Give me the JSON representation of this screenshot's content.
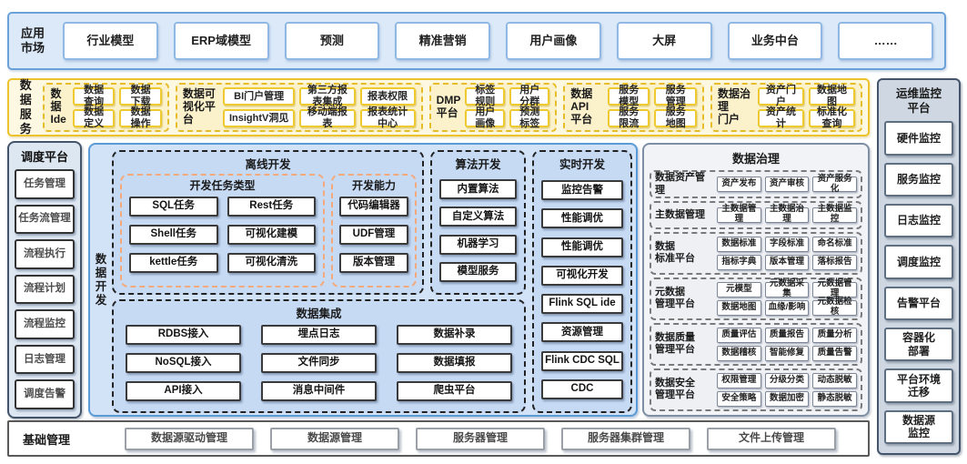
{
  "palette": {
    "blue_accent": "#5b9bd5",
    "blue_fill": "#dbe9f8",
    "blue_section_fill": "#c6daf4",
    "gold_accent": "#ecc32d",
    "gold_fill": "#fdf8e2",
    "gold_group_fill": "#fbf2cb",
    "navy_border": "#44546a",
    "orange_dashed": "#f4a97c",
    "gray_panel_fill": "#f1f3f6",
    "slate_fill": "#cfd8e2"
  },
  "app_market": {
    "label": "应用\n市场",
    "items": [
      "行业模型",
      "ERP域模型",
      "预测",
      "精准营销",
      "用户画像",
      "大屏",
      "业务中台",
      "……"
    ]
  },
  "data_services": {
    "label": "数据\n服务",
    "groups": [
      {
        "label": "数据\nIde",
        "items": [
          "数据查询",
          "数据下载",
          "数据定义",
          "数据操作"
        ]
      },
      {
        "label": "数据可\n视化平台",
        "items": [
          "BI门户管理",
          "第三方报表集成",
          "报表权限",
          "InsightV洞见",
          "移动端报表",
          "报表统计中心"
        ]
      },
      {
        "label": "DMP\n平台",
        "items": [
          "标签规则",
          "用户分群",
          "用户画像",
          "预测标签"
        ]
      },
      {
        "label": "数据API\n平台",
        "items": [
          "服务模型",
          "服务管理",
          "服务限流",
          "服务地图"
        ]
      },
      {
        "label": "数据治理\n门户",
        "items": [
          "资产门户",
          "数据地图",
          "资产统计",
          "标准化查询"
        ]
      }
    ]
  },
  "scheduler": {
    "label": "调度平台",
    "items": [
      "任务管理",
      "任务流管理",
      "流程执行",
      "流程计划",
      "流程监控",
      "日志管理",
      "调度告警"
    ]
  },
  "data_dev": {
    "label": "数据\n开发",
    "offline": {
      "title": "离线开发",
      "task_types": {
        "title": "开发任务类型",
        "items": [
          "SQL任务",
          "Rest任务",
          "Shell任务",
          "可视化建模",
          "kettle任务",
          "可视化清洗"
        ]
      },
      "capabilities": {
        "title": "开发能力",
        "items": [
          "代码编辑器",
          "UDF管理",
          "版本管理"
        ]
      }
    },
    "algorithm": {
      "title": "算法开发",
      "items": [
        "内置算法",
        "自定义算法",
        "机器学习",
        "模型服务"
      ]
    },
    "realtime": {
      "title": "实时开发",
      "items": [
        "监控告警",
        "性能调优",
        "性能调优",
        "可视化开发",
        "Flink SQL ide",
        "资源管理",
        "Flink CDC SQL",
        "CDC"
      ]
    },
    "integration": {
      "title": "数据集成",
      "items": [
        "RDBS接入",
        "埋点日志",
        "数据补录",
        "NoSQL接入",
        "文件同步",
        "数据填报",
        "API接入",
        "消息中间件",
        "爬虫平台"
      ]
    }
  },
  "governance": {
    "title": "数据治理",
    "groups": [
      {
        "label": "数据资产管理",
        "items": [
          "资产发布",
          "资产审核",
          "资产服务化"
        ]
      },
      {
        "label": "主数据管理",
        "items": [
          "主数据管理",
          "主数据治理",
          "主数据监控"
        ]
      },
      {
        "label": "数据\n标准平台",
        "items": [
          "数据标准",
          "字段标准",
          "命名标准",
          "指标字典",
          "版本管理",
          "落标报告"
        ]
      },
      {
        "label": "元数据\n管理平台",
        "items": [
          "元模型",
          "元数据采集",
          "元数据管理",
          "数据地图",
          "血缘/影响",
          "元数据检核"
        ]
      },
      {
        "label": "数据质量\n管理平台",
        "items": [
          "质量评估",
          "质量报告",
          "质量分析",
          "数据稽核",
          "智能修复",
          "质量告警"
        ]
      },
      {
        "label": "数据安全\n管理平台",
        "items": [
          "权限管理",
          "分级分类",
          "动态脱敏",
          "安全策略",
          "数据加密",
          "静态脱敏"
        ]
      }
    ]
  },
  "ops_monitor": {
    "label": "运维监控\n平台",
    "items": [
      "硬件监控",
      "服务监控",
      "日志监控",
      "调度监控",
      "告警平台",
      "容器化\n部署",
      "平台环境\n迁移",
      "数据源\n监控"
    ]
  },
  "base_mgmt": {
    "label": "基础管理",
    "items": [
      "数据源驱动管理",
      "数据源管理",
      "服务器管理",
      "服务器集群管理",
      "文件上传管理"
    ]
  }
}
